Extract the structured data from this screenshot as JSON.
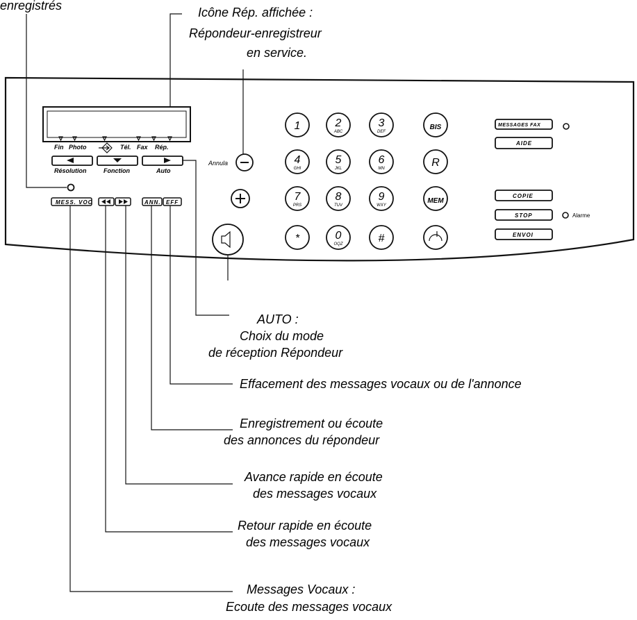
{
  "callouts": {
    "top_left_partial": "enregistrés",
    "rep_icon_line1": "Icône Rép. affichée :",
    "rep_icon_line2": "Répondeur-enregistreur",
    "rep_icon_line3": "en service.",
    "auto_line1": "AUTO :",
    "auto_line2": "Choix du mode",
    "auto_line3": "de réception Répondeur",
    "erase": "Effacement des messages vocaux ou de l'annonce",
    "ann_line1": "Enregistrement ou écoute",
    "ann_line2": "des annonces du répondeur",
    "ff_line1": "Avance rapide en écoute",
    "ff_line2": "des messages vocaux",
    "rew_line1": "Retour rapide en écoute",
    "rew_line2": "des messages vocaux",
    "mess_line1": "Messages Vocaux :",
    "mess_line2": "Ecoute des messages vocaux"
  },
  "display_labels": {
    "fin": "Fin",
    "photo": "Photo",
    "tel": "Tél.",
    "fax": "Fax",
    "rep": "Rép.",
    "resolution": "Résolution",
    "fonction": "Fonction",
    "auto": "Auto"
  },
  "control_labels": {
    "mess_voc": "MESS. VOC",
    "ann": "ANN.",
    "eff": "EFF",
    "annula": "Annula",
    "minus": "−",
    "plus": "+"
  },
  "keypad": [
    {
      "main": "1",
      "sub": ""
    },
    {
      "main": "2",
      "sub": "ABC"
    },
    {
      "main": "3",
      "sub": "DEF"
    },
    {
      "main": "BIS",
      "sub": ""
    },
    {
      "main": "4",
      "sub": "GHI"
    },
    {
      "main": "5",
      "sub": "JKL"
    },
    {
      "main": "6",
      "sub": "MN"
    },
    {
      "main": "R",
      "sub": ""
    },
    {
      "main": "7",
      "sub": "PRS"
    },
    {
      "main": "8",
      "sub": "TUV"
    },
    {
      "main": "9",
      "sub": "WXY"
    },
    {
      "main": "MEM",
      "sub": ""
    },
    {
      "main": "*",
      "sub": ""
    },
    {
      "main": "0",
      "sub": "OQZ"
    },
    {
      "main": "#",
      "sub": ""
    },
    {
      "main": "",
      "sub": ""
    }
  ],
  "right_buttons": {
    "messages_fax": "MESSAGES FAX",
    "aide": "AIDE",
    "copie": "COPIE",
    "stop": "STOP",
    "envoi": "ENVOI",
    "alarme": "Alarme"
  }
}
